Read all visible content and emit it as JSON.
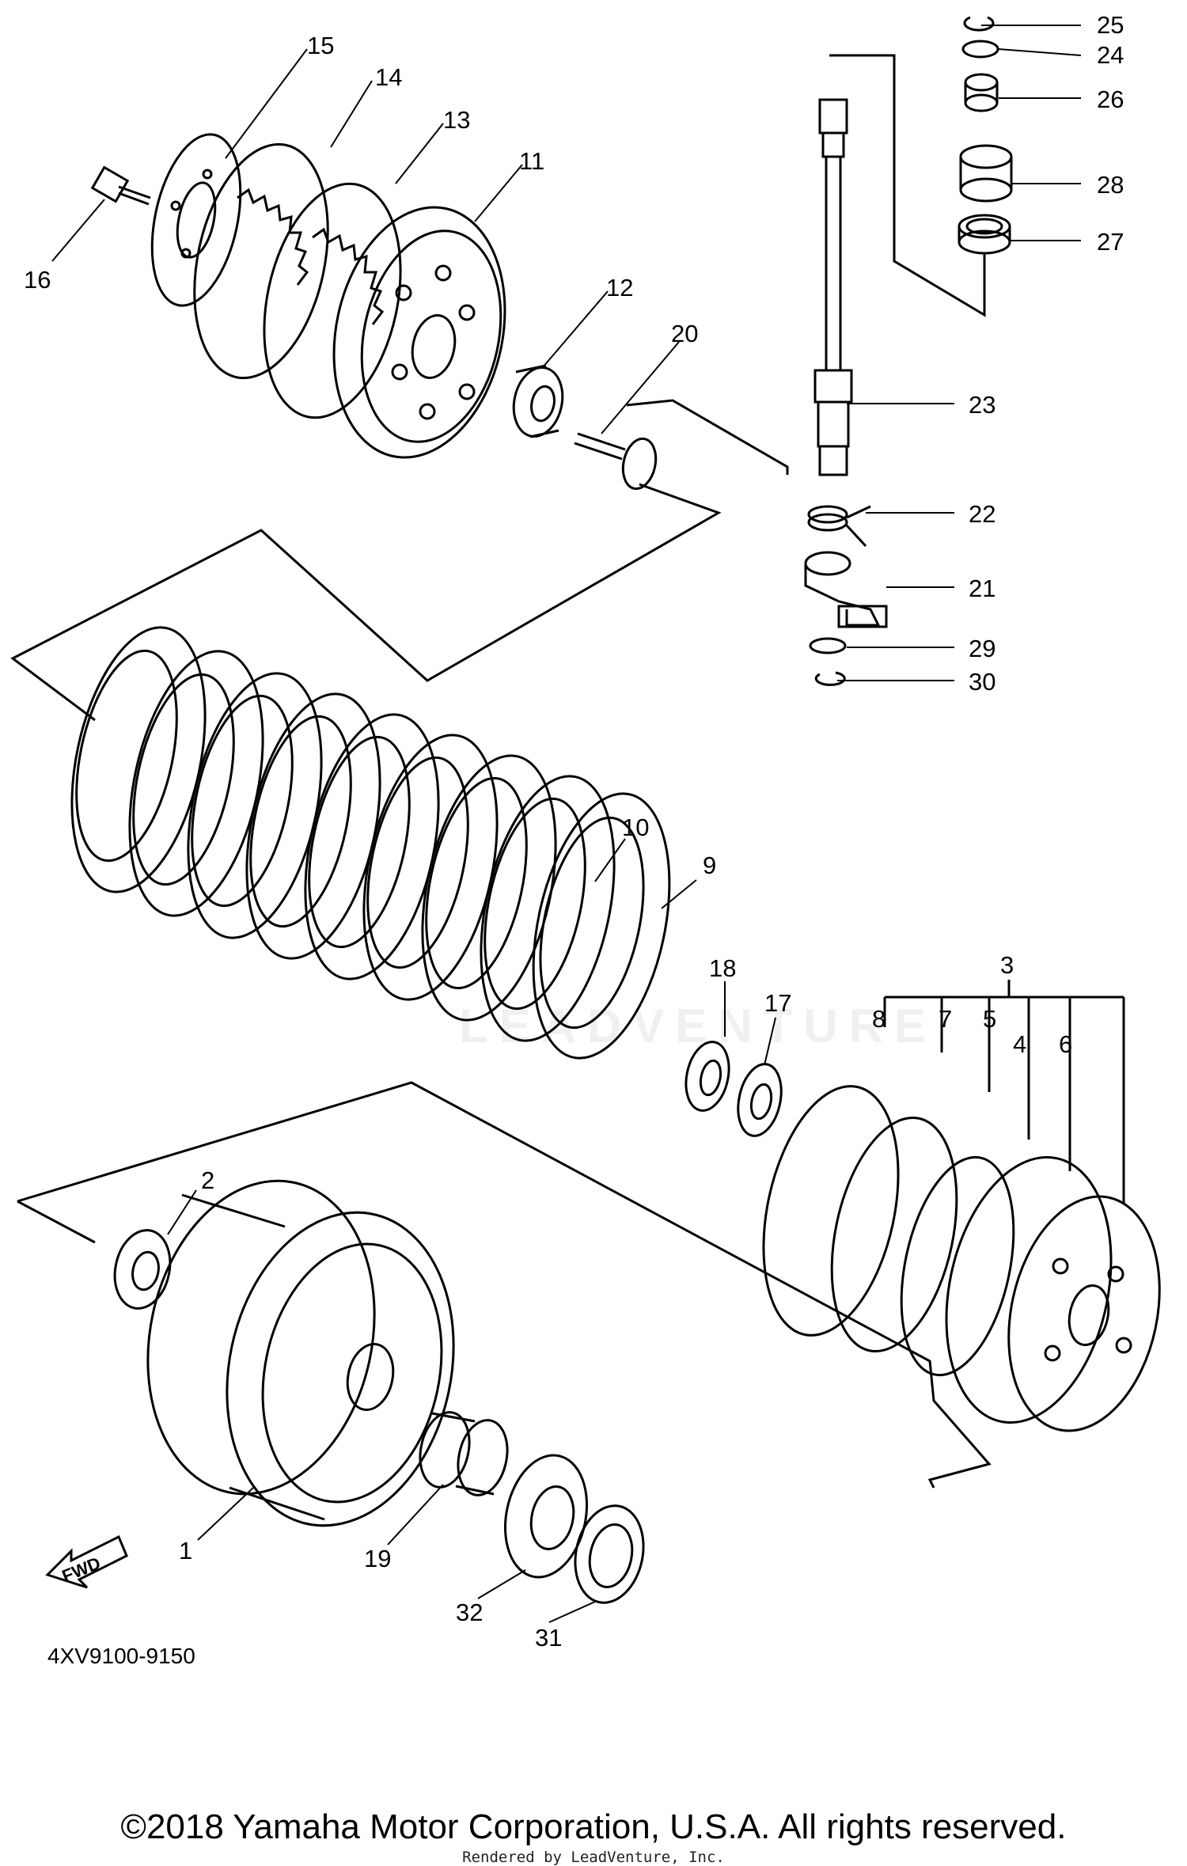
{
  "diagram": {
    "callouts": [
      {
        "id": "c1",
        "label": "1"
      },
      {
        "id": "c2",
        "label": "2"
      },
      {
        "id": "c3",
        "label": "3"
      },
      {
        "id": "c4",
        "label": "4"
      },
      {
        "id": "c5",
        "label": "5"
      },
      {
        "id": "c6",
        "label": "6"
      },
      {
        "id": "c7",
        "label": "7"
      },
      {
        "id": "c8",
        "label": "8"
      },
      {
        "id": "c9",
        "label": "9"
      },
      {
        "id": "c10",
        "label": "10"
      },
      {
        "id": "c11",
        "label": "11"
      },
      {
        "id": "c12",
        "label": "12"
      },
      {
        "id": "c13",
        "label": "13"
      },
      {
        "id": "c14",
        "label": "14"
      },
      {
        "id": "c15",
        "label": "15"
      },
      {
        "id": "c16",
        "label": "16"
      },
      {
        "id": "c17",
        "label": "17"
      },
      {
        "id": "c18",
        "label": "18"
      },
      {
        "id": "c19",
        "label": "19"
      },
      {
        "id": "c20",
        "label": "20"
      },
      {
        "id": "c21",
        "label": "21"
      },
      {
        "id": "c22",
        "label": "22"
      },
      {
        "id": "c23",
        "label": "23"
      },
      {
        "id": "c24",
        "label": "24"
      },
      {
        "id": "c25",
        "label": "25"
      },
      {
        "id": "c26",
        "label": "26"
      },
      {
        "id": "c27",
        "label": "27"
      },
      {
        "id": "c28",
        "label": "28"
      },
      {
        "id": "c29",
        "label": "29"
      },
      {
        "id": "c30",
        "label": "30"
      },
      {
        "id": "c31",
        "label": "31"
      },
      {
        "id": "c32",
        "label": "32"
      }
    ],
    "fwd_label": "FWD",
    "diagram_code": "4XV9100-9150",
    "watermark": "LEADVENTURE"
  },
  "footer": {
    "copyright": "©2018 Yamaha Motor Corporation, U.S.A. All rights reserved.",
    "rendered_by": "Rendered by LeadVenture, Inc."
  }
}
